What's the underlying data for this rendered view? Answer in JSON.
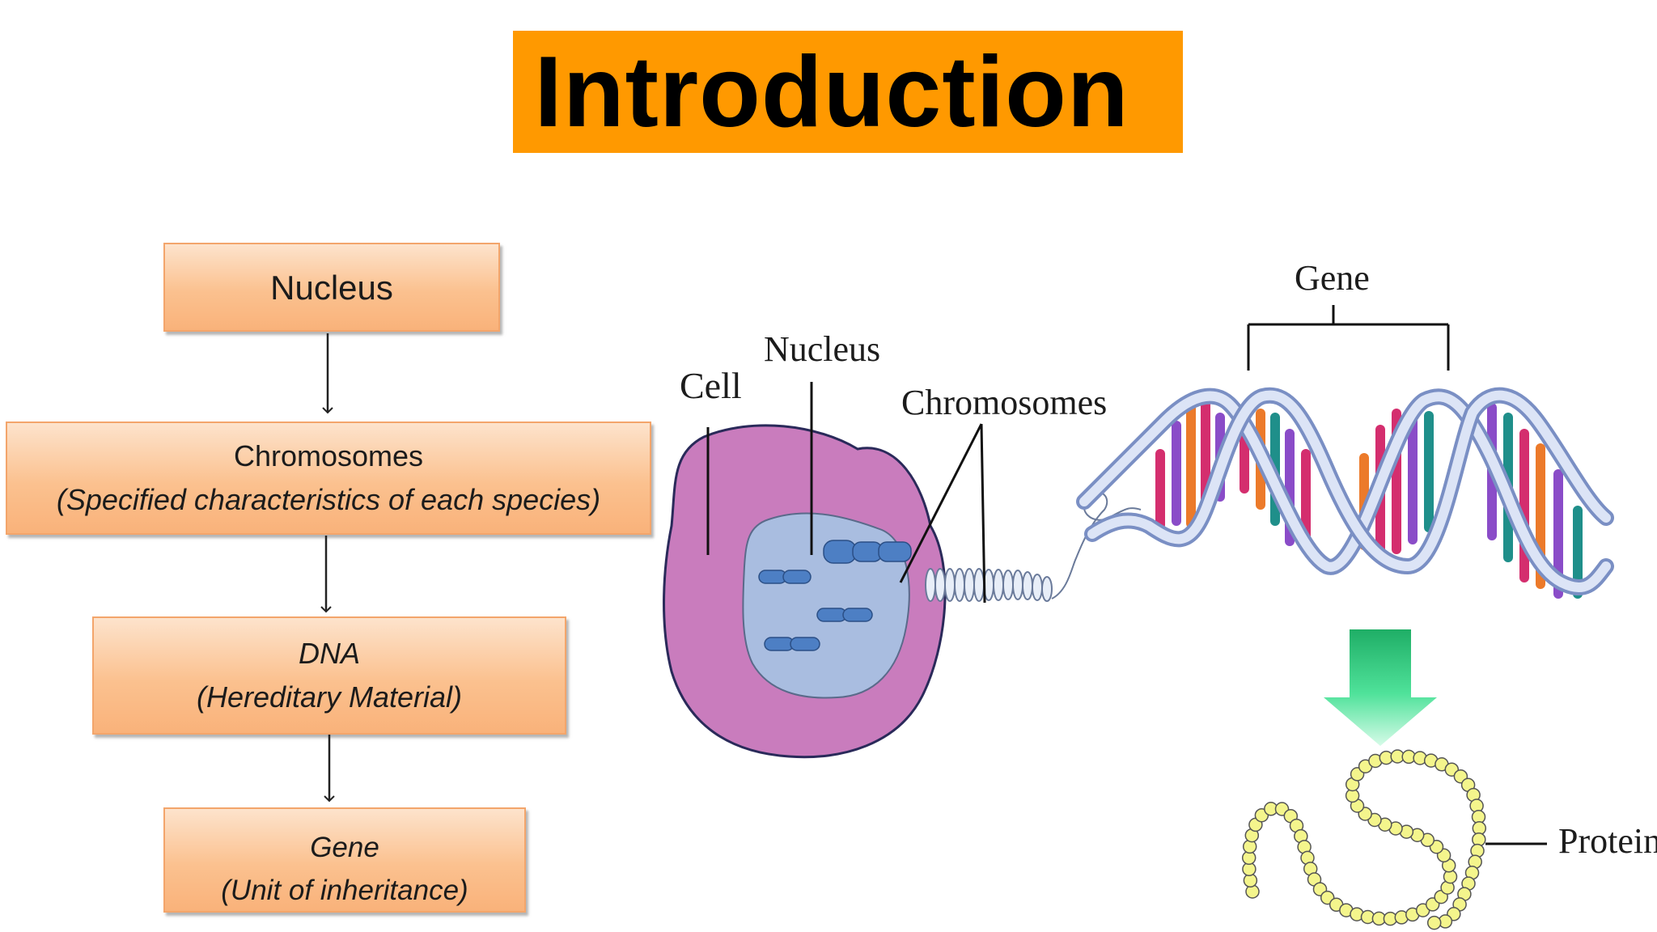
{
  "slide": {
    "title": "Introduction"
  },
  "flowchart": {
    "boxes": [
      {
        "line1": "Nucleus"
      },
      {
        "line1": "Chromosomes",
        "line2": "(Specified characteristics of each species)"
      },
      {
        "line1": "DNA",
        "line2": "(Hereditary Material)"
      },
      {
        "line1": "Gene",
        "line2": "(Unit of inheritance)"
      }
    ]
  },
  "illustration": {
    "labels": {
      "cell": "Cell",
      "nucleus": "Nucleus",
      "chromosomes": "Chromosomes",
      "gene": "Gene",
      "protein": "Protein"
    }
  },
  "colors": {
    "title_bg": "#ff9900",
    "box_fill": "#fbc18f",
    "cell": "#c97cbd",
    "nucleus": "#a9bde0",
    "chromosome": "#4d7fc4",
    "protein_bead": "#f4f58c",
    "arrow_green": "#3dd68c"
  }
}
